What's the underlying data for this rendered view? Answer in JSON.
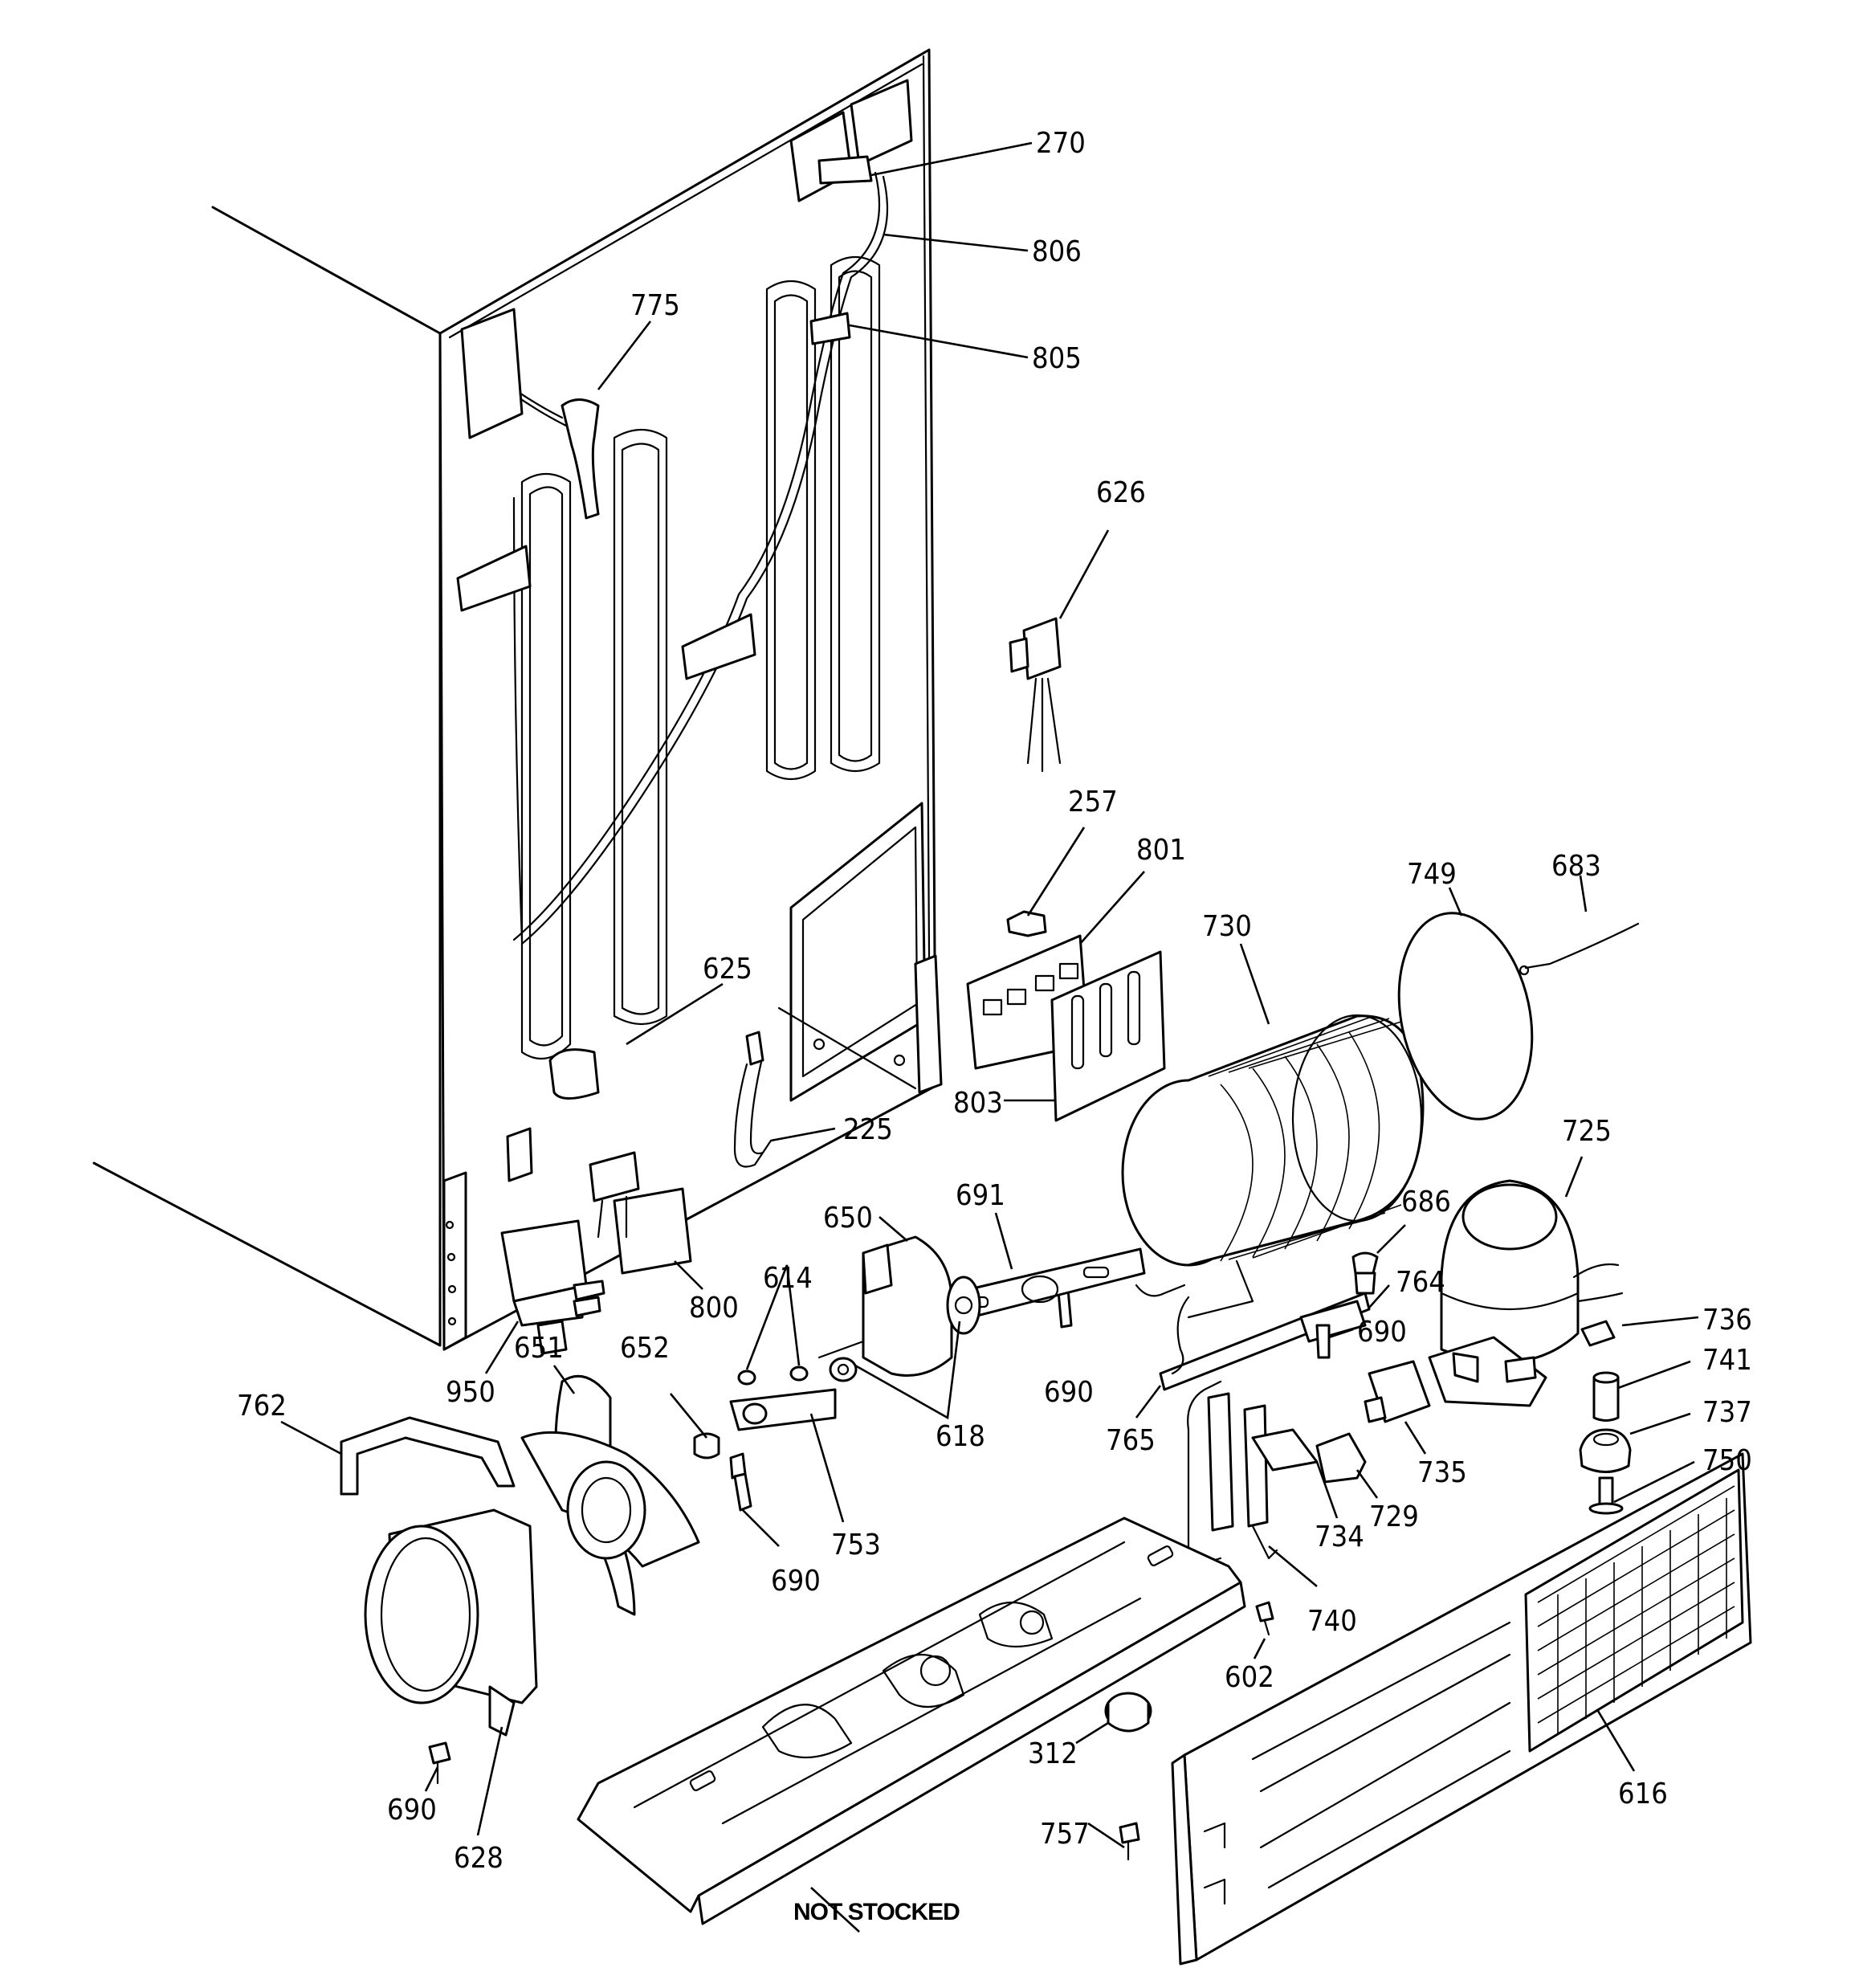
{
  "diagram": {
    "note": "NOT STOCKED",
    "parts": {
      "p270": "270",
      "p806": "806",
      "p805": "805",
      "p775": "775",
      "p626": "626",
      "p257": "257",
      "p801": "801",
      "p749": "749",
      "p683": "683",
      "p730": "730",
      "p625": "625",
      "p803": "803",
      "p225": "225",
      "p725": "725",
      "p686": "686",
      "p691": "691",
      "p650": "650",
      "p614": "614",
      "p764": "764",
      "p690a": "690",
      "p736": "736",
      "p800": "800",
      "p950": "950",
      "p651": "651",
      "p652": "652",
      "p690b": "690",
      "p741": "741",
      "p737": "737",
      "p618": "618",
      "p750": "750",
      "p735": "735",
      "p762": "762",
      "p765": "765",
      "p729": "729",
      "p753": "753",
      "p734": "734",
      "p690c": "690",
      "p740": "740",
      "p602": "602",
      "p312": "312",
      "p616": "616",
      "p690d": "690",
      "p757": "757",
      "p628": "628"
    }
  }
}
